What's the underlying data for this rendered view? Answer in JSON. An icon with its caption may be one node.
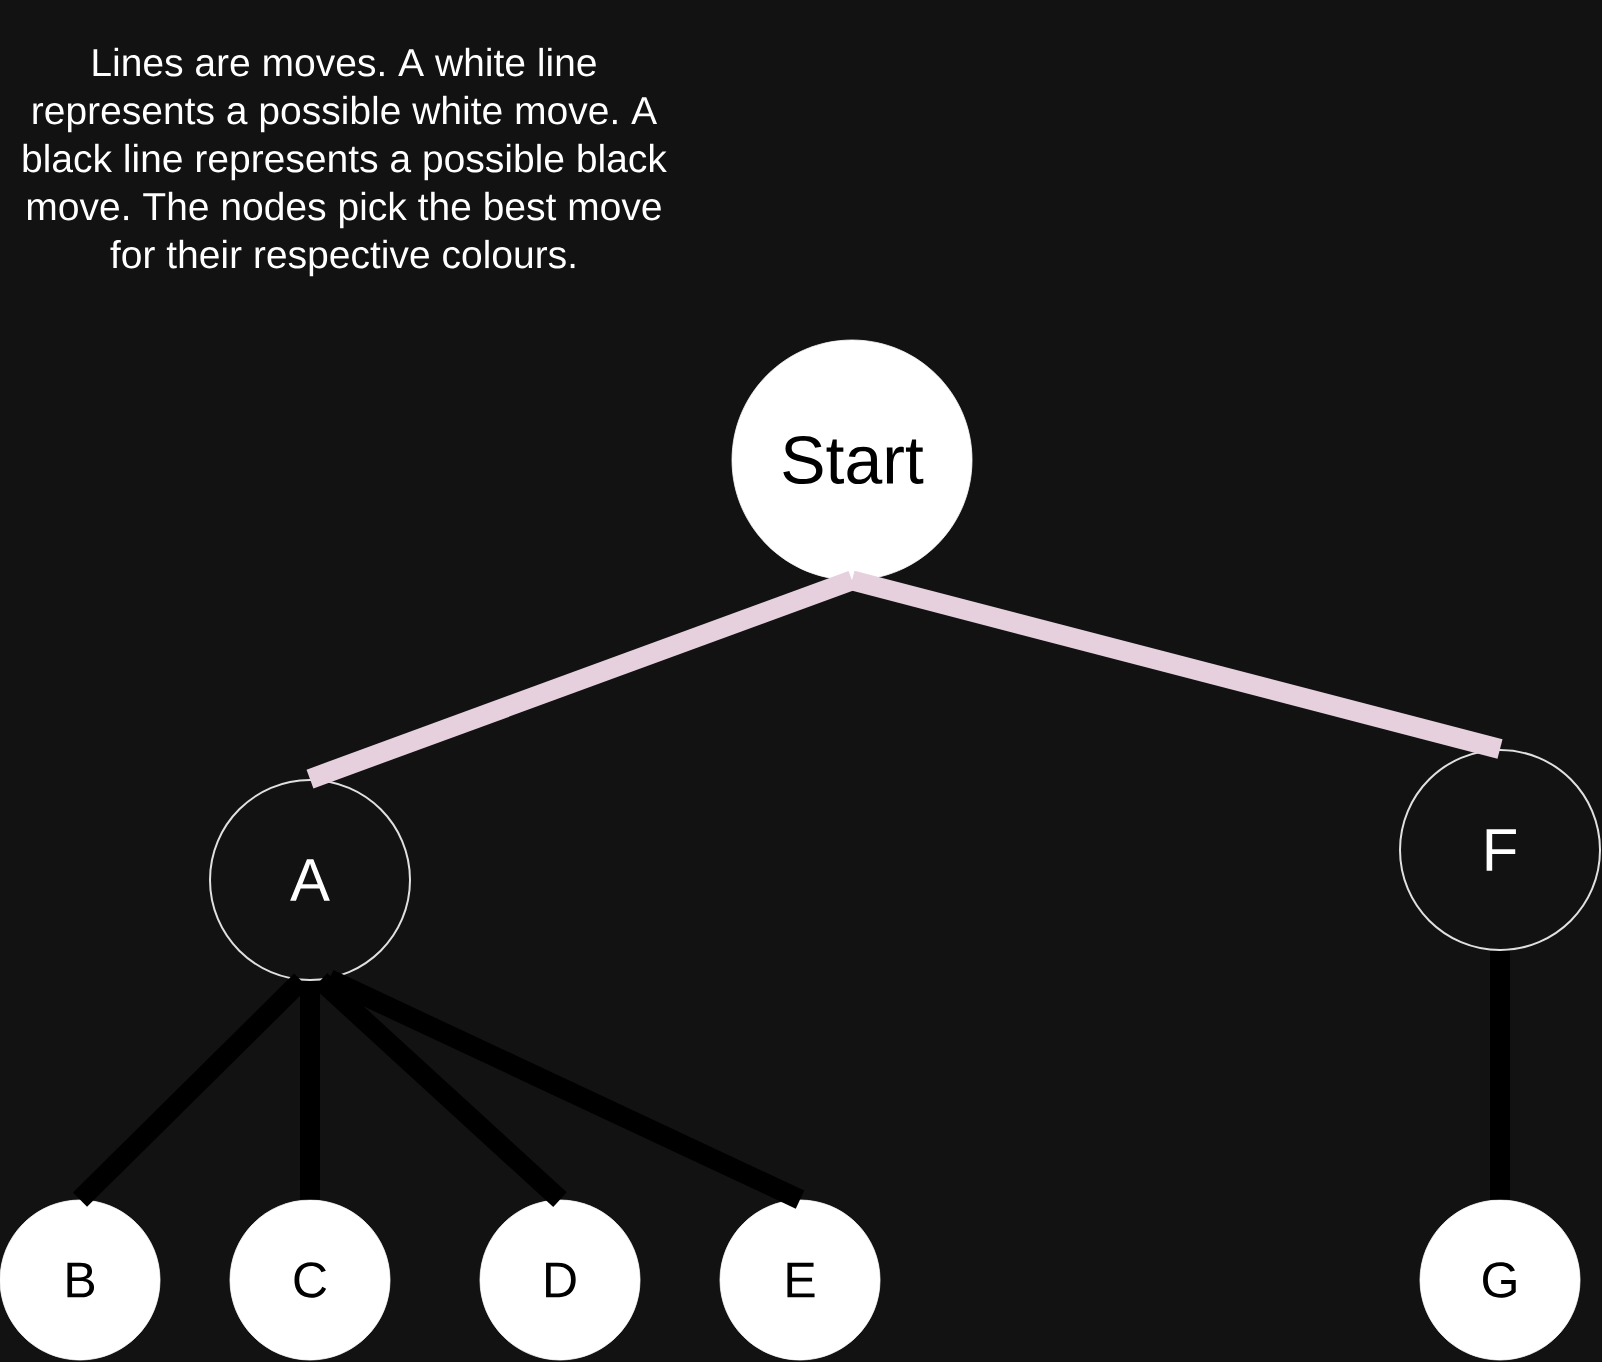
{
  "diagram": {
    "nodes": [
      {
        "text": [
          "Start"
        ]
      },
      {
        "text": [
          "A"
        ]
      },
      {
        "text": [
          "F"
        ]
      },
      {
        "text": [
          "B"
        ]
      },
      {
        "text": [
          "C"
        ]
      },
      {
        "text": [
          "D"
        ]
      },
      {
        "text": [
          "E"
        ]
      },
      {
        "text": [
          "G"
        ]
      }
    ],
    "edges": [
      {
        "from": 0,
        "to": 1,
        "arrow": "none",
        "color": "#e6d0de"
      },
      {
        "from": 0,
        "to": 2,
        "arrow": "none",
        "color": "#e6d0de"
      },
      {
        "from": 1,
        "to": 3,
        "arrow": "none"
      },
      {
        "from": 1,
        "to": 4,
        "arrow": "none"
      },
      {
        "from": 1,
        "to": 5,
        "arrow": "none"
      },
      {
        "from": 1,
        "to": 6,
        "arrow": "none"
      },
      {
        "from": 2,
        "to": 7,
        "arrow": "none"
      }
    ],
    "labels": [
      "Lines are moves. A white line represents a possible white move. A black line represents a possible black move. The nodes pick the best move for their respective colours."
    ]
  }
}
